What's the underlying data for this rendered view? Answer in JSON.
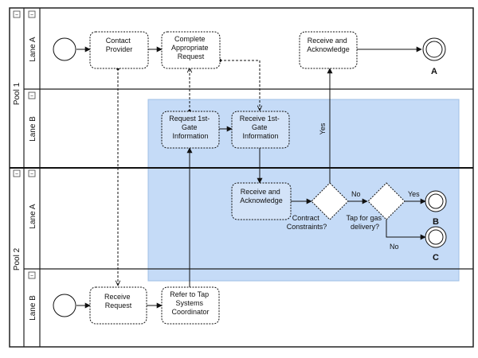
{
  "pools": [
    {
      "label": "Pool 1",
      "lanes": [
        {
          "label": "Lane A"
        },
        {
          "label": "Lane B"
        }
      ]
    },
    {
      "label": "Pool 2",
      "lanes": [
        {
          "label": "Lane A"
        },
        {
          "label": "Lane B"
        }
      ]
    }
  ],
  "collapse_symbol": "−",
  "tasks": {
    "contact_provider": [
      "Contact",
      "Provider"
    ],
    "complete_request": [
      "Complete",
      "Appropriate",
      "Request"
    ],
    "receive_ack_p1": [
      "Receive and",
      "Acknowledge"
    ],
    "request_gate_info": [
      "Request 1st-",
      "Gate",
      "Information"
    ],
    "receive_gate_info": [
      "Receive 1st-",
      "Gate",
      "Information"
    ],
    "receive_ack_p2": [
      "Receive and",
      "Acknowledge"
    ],
    "receive_request": [
      "Receive",
      "Request"
    ],
    "refer_tap": [
      "Refer to Tap",
      "Systems",
      "Coordinator"
    ]
  },
  "gateways": {
    "contract_constraints": [
      "Contract",
      "Constraints?"
    ],
    "tap_gas_delivery": [
      "Tap for gas",
      "delivery?"
    ]
  },
  "flow_labels": {
    "yes_up": "Yes",
    "no_mid": "No",
    "yes_right": "Yes",
    "no_down": "No"
  },
  "end_labels": {
    "a": "A",
    "b": "B",
    "c": "C"
  },
  "colors": {
    "highlight": "#c5dbf7",
    "border": "#222222",
    "task_fill": "#ffffff",
    "task_fill_highlight": "#d3e3f8"
  }
}
